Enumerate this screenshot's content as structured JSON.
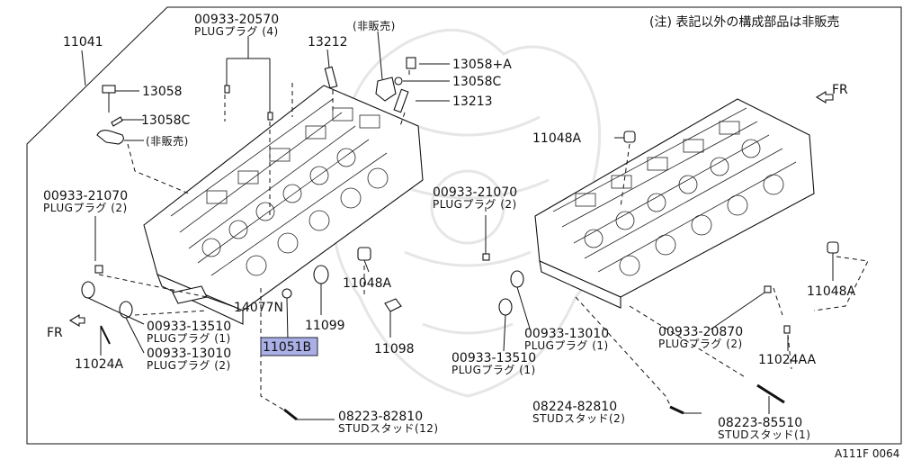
{
  "header_note": "(注) 表記以外の構成部品は非販売",
  "footer_code": "A111F 0064",
  "direction": {
    "fr_label": "FR"
  },
  "not_sold": "(非販売)",
  "callouts": {
    "c11041": "11041",
    "c00933_20570": "00933-20570",
    "plug4": "PLUGプラグ (4)",
    "c13212": "13212",
    "c13058A": "13058+A",
    "c13058C_right": "13058C",
    "c13213": "13213",
    "c13058": "13058",
    "c13058C_left": "13058C",
    "c00933_21070_left": "00933-21070",
    "plug2_a": "PLUGプラグ (2)",
    "c11048A_top": "11048A",
    "c00933_21070_mid": "00933-21070",
    "plug2_b": "PLUGプラグ (2)",
    "c11048A_mid": "11048A",
    "c14077N": "14077N",
    "c11099": "11099",
    "c11051B": "11051B",
    "c11098": "11098",
    "c00933_13510_left": "00933-13510",
    "plug1_a": "PLUGプラグ (1)",
    "c00933_13010_left": "00933-13010",
    "plug2_c": "PLUGプラグ (2)",
    "c11024A": "11024A",
    "c08223_82810": "08223-82810",
    "stud12": "STUDスタッド(12)",
    "c00933_13010_right": "00933-13010",
    "plug1_b": "PLUGプラグ (1)",
    "c00933_13510_right": "00933-13510",
    "plug1_c": "PLUGプラグ (1)",
    "c00933_20870": "00933-20870",
    "plug2_d": "PLUGプラグ (2)",
    "c11048A_right": "11048A",
    "c11024AA": "11024AA",
    "c08224_82810": "08224-82810",
    "stud2": "STUDスタッド(2)",
    "c08223_85510": "08223-85510",
    "stud1": "STUDスタッド(1)"
  },
  "highlight_color": "#aab0e6"
}
